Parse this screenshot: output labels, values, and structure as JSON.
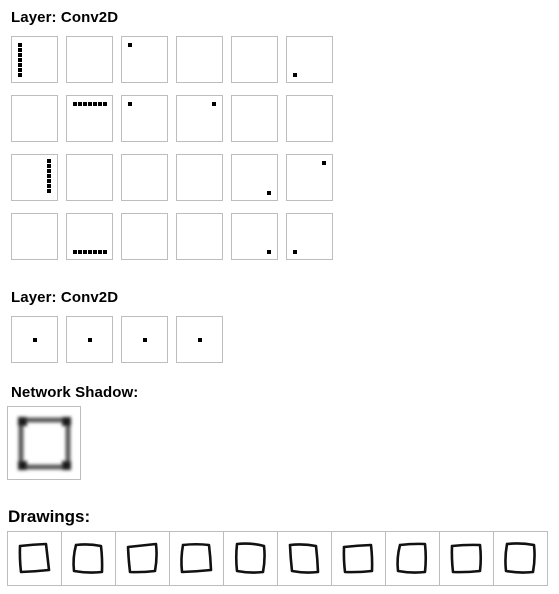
{
  "layer1": {
    "title": "Layer: Conv2D",
    "filters": [
      "vbar-left",
      "empty",
      "dot-top-left",
      "empty",
      "empty",
      "dot-bottom-left",
      "empty",
      "hbar-top",
      "dot-top-left",
      "dot-top-right",
      "empty",
      "empty",
      "vbar-right",
      "empty",
      "empty",
      "empty",
      "dot-bottom-right",
      "dot-top-right",
      "empty",
      "hbar-bottom",
      "empty",
      "empty",
      "dot-bottom-right",
      "dot-bottom-left"
    ]
  },
  "layer2": {
    "title": "Layer: Conv2D",
    "filters": [
      "dot-center",
      "dot-center",
      "dot-center",
      "dot-center"
    ]
  },
  "shadow": {
    "title": "Network Shadow:",
    "icon": "blurred-square-outline"
  },
  "drawings": {
    "title": "Drawings:",
    "count": 10,
    "icon": "hand-drawn-square"
  },
  "colors": {
    "border": "#bdbdbd",
    "ink": "#000000"
  }
}
